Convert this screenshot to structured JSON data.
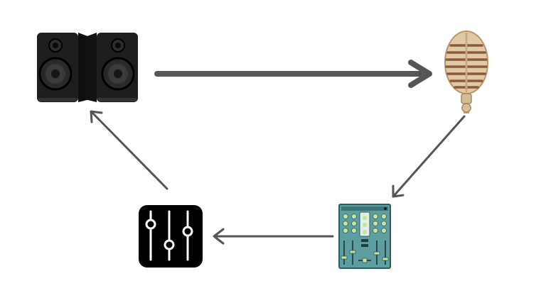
{
  "diagram": {
    "nodes": [
      {
        "id": "speakers",
        "icon": "speakers-icon"
      },
      {
        "id": "microphone",
        "icon": "microphone-icon"
      },
      {
        "id": "mixer",
        "icon": "dj-mixer-icon"
      },
      {
        "id": "equalizer",
        "icon": "equalizer-sliders-icon"
      }
    ],
    "edges": [
      {
        "from": "speakers",
        "to": "microphone",
        "style": "thick"
      },
      {
        "from": "microphone",
        "to": "mixer",
        "style": "thin"
      },
      {
        "from": "mixer",
        "to": "equalizer",
        "style": "thin"
      },
      {
        "from": "equalizer",
        "to": "speakers",
        "style": "thin"
      }
    ],
    "colors": {
      "arrow": "#555555",
      "speaker_body": "#1c1c1c",
      "mic_body": "#e2c9a6",
      "mic_grille": "#8a5a3c",
      "mixer_body": "#5f9ea0",
      "mixer_knob": "#c5e39a",
      "eq_background": "#000000",
      "eq_lines": "#ffffff"
    }
  }
}
